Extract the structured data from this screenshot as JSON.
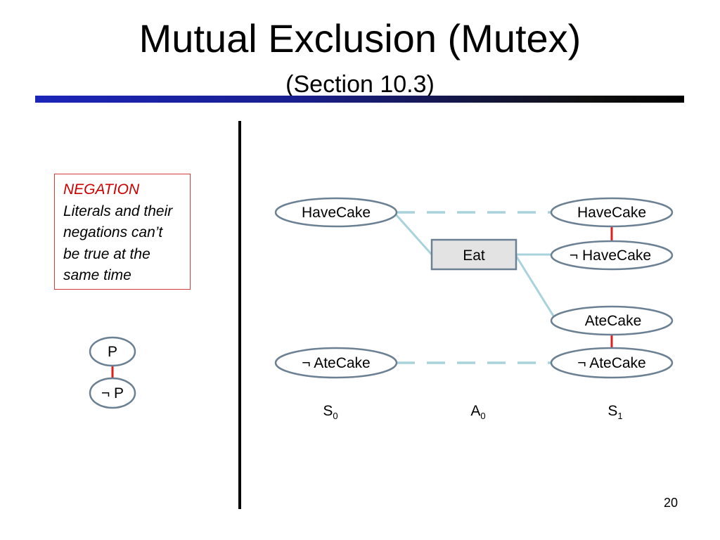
{
  "title": "Mutual Exclusion (Mutex)",
  "subtitle": "(Section 10.3)",
  "note": {
    "heading": "NEGATION",
    "body": "Literals and their negations can’t be true at the same time"
  },
  "example": {
    "positive": "P",
    "negative": "¬ P"
  },
  "nodes": {
    "s0_havecake": "HaveCake",
    "s0_not_atecake": "¬ AteCake",
    "action_eat": "Eat",
    "s1_havecake": "HaveCake",
    "s1_not_havecake": "¬ HaveCake",
    "s1_atecake": "AteCake",
    "s1_not_atecake": "¬ AteCake"
  },
  "levels": {
    "s0": {
      "letter": "S",
      "sub": "0"
    },
    "a0": {
      "letter": "A",
      "sub": "0"
    },
    "s1": {
      "letter": "S",
      "sub": "1"
    }
  },
  "colors": {
    "mutex_link": "#dd1f1f",
    "precondition_link": "#a9d3dc",
    "node_border": "#6b8193",
    "action_fill": "#e3e3e3",
    "note_border": "#d93a3a",
    "note_heading": "#cc0000"
  },
  "page_number": "20"
}
